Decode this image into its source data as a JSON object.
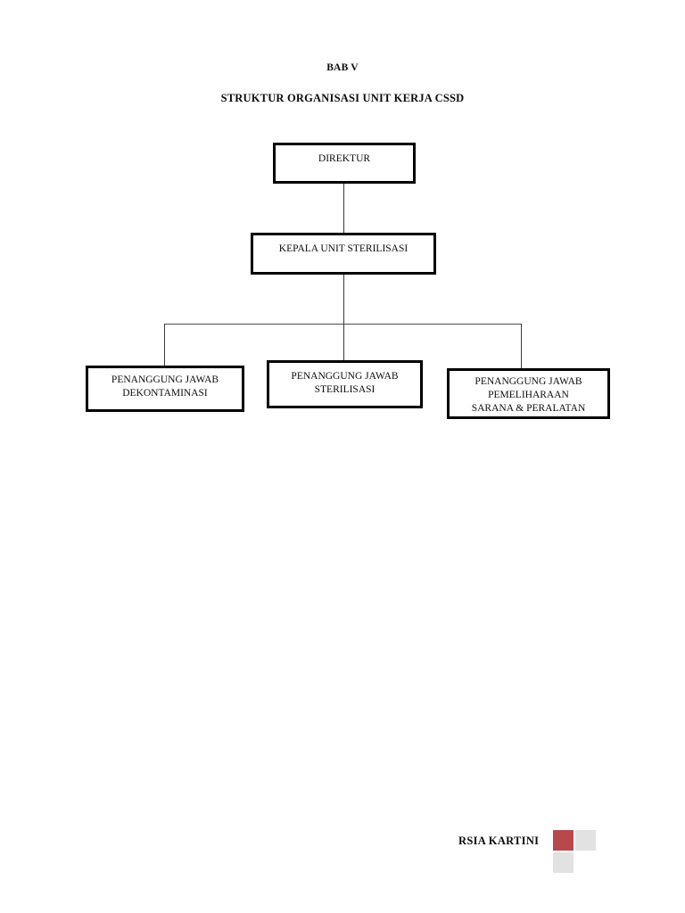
{
  "document": {
    "chapter_title": "BAB V",
    "doc_title": "STRUKTUR ORGANISASI UNIT KERJA CSSD"
  },
  "chart_data": {
    "type": "diagram",
    "diagram_type": "organizational-chart",
    "title": "STRUKTUR ORGANISASI UNIT KERJA CSSD",
    "nodes": [
      {
        "id": "direktur",
        "label": "DIREKTUR",
        "level": 1
      },
      {
        "id": "kepala",
        "label": "KEPALA UNIT STERILISASI",
        "level": 2
      },
      {
        "id": "dekontaminasi",
        "label": "PENANGGUNG JAWAB\nDEKONTAMINASI",
        "level": 3
      },
      {
        "id": "sterilisasi",
        "label": "PENANGGUNG JAWAB\nSTERILISASI",
        "level": 3
      },
      {
        "id": "pemeliharaan",
        "label": "PENANGGUNG JAWAB\nPEMELIHARAAN\nSARANA & PERALATAN",
        "level": 3
      }
    ],
    "edges": [
      {
        "from": "direktur",
        "to": "kepala"
      },
      {
        "from": "kepala",
        "to": "dekontaminasi"
      },
      {
        "from": "kepala",
        "to": "sterilisasi"
      },
      {
        "from": "kepala",
        "to": "pemeliharaan"
      }
    ]
  },
  "footer": {
    "brand_name": "RSIA KARTINI",
    "logo": {
      "red": "#b8484b",
      "gray": "#e2e2e2"
    }
  }
}
